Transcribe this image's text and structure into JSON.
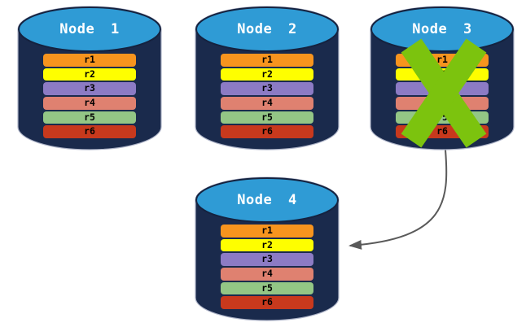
{
  "diagram": {
    "nodes": [
      {
        "label": "Node 1",
        "failed": false,
        "rows": [
          {
            "label": "r1",
            "color": "#F7941E"
          },
          {
            "label": "r2",
            "color": "#FEFE00"
          },
          {
            "label": "r3",
            "color": "#8C7BC4"
          },
          {
            "label": "r4",
            "color": "#DF8170"
          },
          {
            "label": "r5",
            "color": "#93C685"
          },
          {
            "label": "r6",
            "color": "#C8391D"
          }
        ]
      },
      {
        "label": "Node 2",
        "failed": false,
        "rows": [
          {
            "label": "r1",
            "color": "#F7941E"
          },
          {
            "label": "r2",
            "color": "#FEFE00"
          },
          {
            "label": "r3",
            "color": "#8C7BC4"
          },
          {
            "label": "r4",
            "color": "#DF8170"
          },
          {
            "label": "r5",
            "color": "#93C685"
          },
          {
            "label": "r6",
            "color": "#C8391D"
          }
        ]
      },
      {
        "label": "Node 3",
        "failed": true,
        "rows": [
          {
            "label": "r1",
            "color": "#F7941E"
          },
          {
            "label": "r2",
            "color": "#FEFE00"
          },
          {
            "label": "r3",
            "color": "#8C7BC4"
          },
          {
            "label": "r4",
            "color": "#DF8170"
          },
          {
            "label": "r5",
            "color": "#93C685"
          },
          {
            "label": "r6",
            "color": "#C8391D"
          }
        ]
      },
      {
        "label": "Node 4",
        "failed": false,
        "rows": [
          {
            "label": "r1",
            "color": "#F7941E"
          },
          {
            "label": "r2",
            "color": "#FEFE00"
          },
          {
            "label": "r3",
            "color": "#8C7BC4"
          },
          {
            "label": "r4",
            "color": "#DF8170"
          },
          {
            "label": "r5",
            "color": "#93C685"
          },
          {
            "label": "r6",
            "color": "#C8391D"
          }
        ]
      }
    ],
    "arrow": {
      "from": "Node 3",
      "to": "Node 4"
    },
    "colors": {
      "cylinder_body": "#1A2A4C",
      "cylinder_top": "#2F9BD5",
      "cylinder_top_stroke": "#15223F",
      "cylinder_outline": "#AEB4C8",
      "failure_x": "#7CC30E",
      "arrow": "#5A5A5A",
      "row_label_text": "#000000",
      "node_label_text": "#FFFFFF"
    }
  }
}
